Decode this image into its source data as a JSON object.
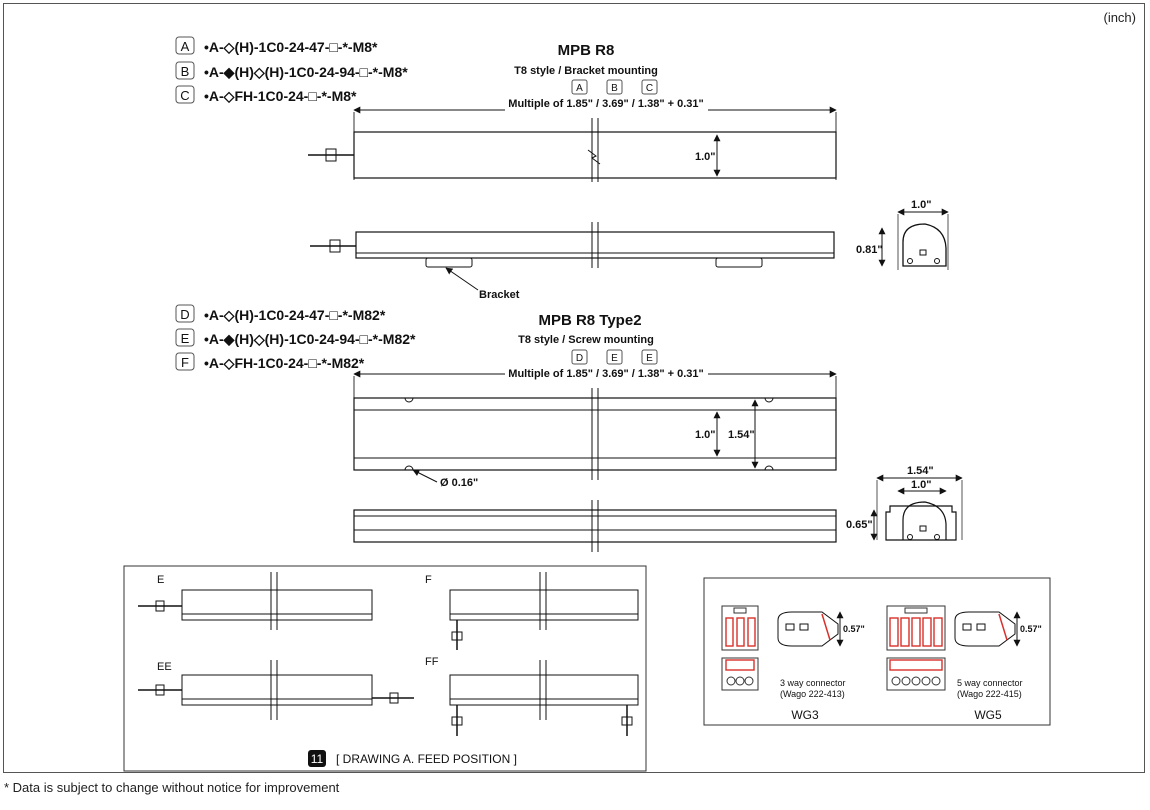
{
  "unit": "(inch)",
  "footnote": "* Data is subject to change without notice for improvement",
  "section1": {
    "codes": [
      {
        "letter": "A",
        "code": "•A-◇(H)-1C0-24-47-□-*-M8*"
      },
      {
        "letter": "B",
        "code": "•A-◆(H)◇(H)-1C0-24-94-□-*-M8*"
      },
      {
        "letter": "C",
        "code": "•A-◇FH-1C0-24-□-*-M8*"
      }
    ],
    "title": "MPB R8",
    "subtitle": "T8 style / Bracket mounting",
    "multiple_letters": [
      "A",
      "B",
      "C"
    ],
    "multiple_label": "Multiple of  1.85\" / 3.69\" / 1.38\"  + 0.31\"",
    "height_dim": "1.0\"",
    "bracket_label": "Bracket",
    "end_width": "1.0\"",
    "end_height": "0.81\""
  },
  "section2": {
    "codes": [
      {
        "letter": "D",
        "code": "•A-◇(H)-1C0-24-47-□-*-M82*"
      },
      {
        "letter": "E",
        "code": "•A-◆(H)◇(H)-1C0-24-94-□-*-M82*"
      },
      {
        "letter": "F",
        "code": "•A-◇FH-1C0-24-□-*-M82*"
      }
    ],
    "title": "MPB R8 Type2",
    "subtitle": "T8 style / Screw mounting",
    "multiple_letters": [
      "D",
      "E",
      "E"
    ],
    "multiple_label": "Multiple of  1.85\" / 3.69\" / 1.38\"  + 0.31\"",
    "height_dim": "1.0\"",
    "height_dim2": "1.54\"",
    "hole_label": "Ø 0.16\"",
    "end_width_outer": "1.54\"",
    "end_width_inner": "1.0\"",
    "end_height": "0.65\""
  },
  "feed": {
    "labels": [
      "E",
      "F",
      "EE",
      "FF"
    ],
    "badge": "11",
    "caption": "[ DRAWING A.  FEED POSITION ]"
  },
  "connectors": {
    "dim": "0.57\"",
    "wg3": {
      "desc1": "3 way connector",
      "desc2": "(Wago 222-413)",
      "name": "WG3"
    },
    "wg5": {
      "desc1": "5 way connector",
      "desc2": "(Wago 222-415)",
      "name": "WG5"
    },
    "lever_color": "#d9302a"
  }
}
